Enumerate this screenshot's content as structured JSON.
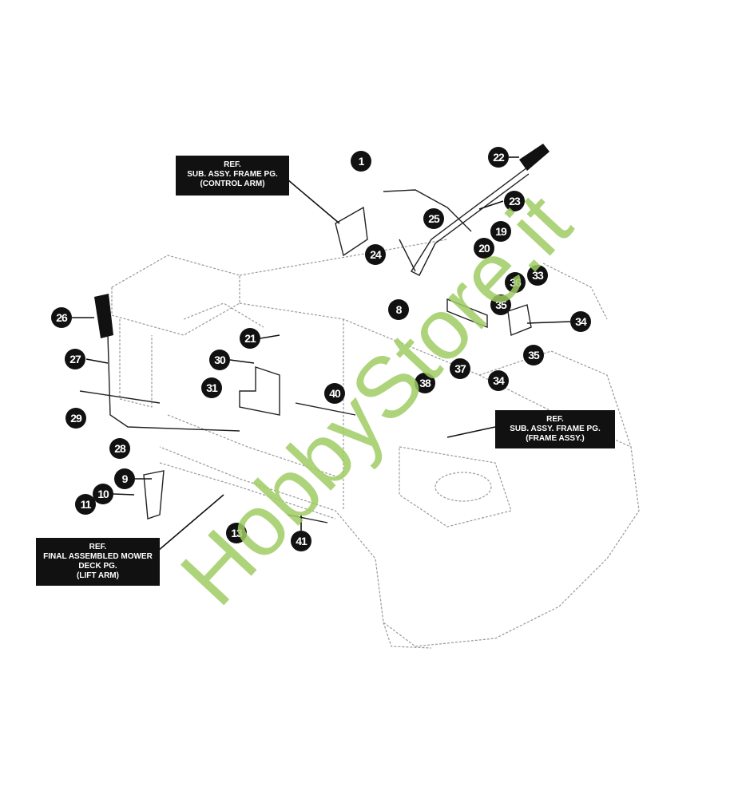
{
  "callouts": [
    "1",
    "22",
    "23",
    "25",
    "19",
    "24",
    "20",
    "33",
    "36",
    "35",
    "34",
    "35",
    "34",
    "37",
    "38",
    "8",
    "26",
    "21",
    "30",
    "27",
    "31",
    "40",
    "29",
    "28",
    "9",
    "10",
    "11",
    "41",
    "13"
  ],
  "ref_boxes": [
    {
      "lines": [
        "REF.",
        "SUB. ASSY. FRAME PG.",
        "(CONTROL ARM)"
      ]
    },
    {
      "lines": [
        "REF.",
        "SUB. ASSY. FRAME PG.",
        "(FRAME ASSY.)"
      ]
    },
    {
      "lines": [
        "REF.",
        "FINAL ASSEMBLED MOWER",
        "DECK PG.",
        "(LIFT ARM)"
      ]
    }
  ],
  "watermark": "HobbyStore.it",
  "colors": {
    "callout": "#111111",
    "watermark": "#a0cd64",
    "linework": "#888888"
  }
}
